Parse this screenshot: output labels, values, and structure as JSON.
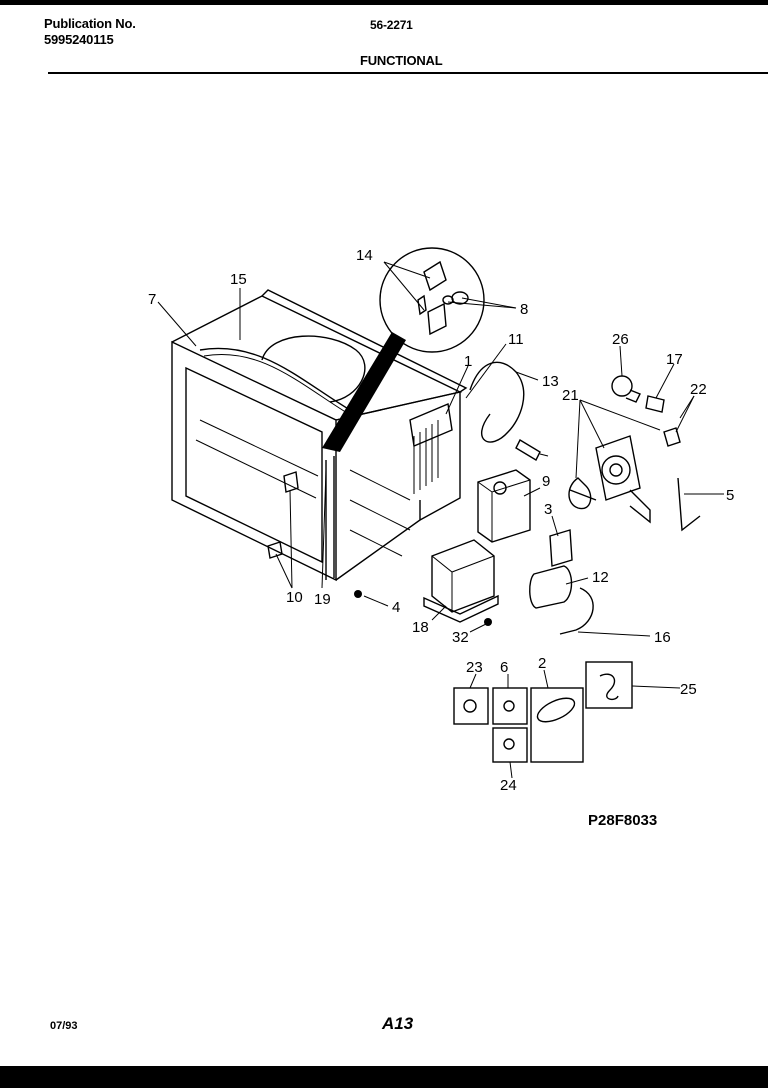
{
  "header": {
    "publication_label": "Publication No.",
    "publication_number": "5995240115",
    "model": "56-2271",
    "section_title": "FUNCTIONAL"
  },
  "diagram_code": "P28F8033",
  "footer": {
    "date": "07/93",
    "page": "A13"
  },
  "callouts": [
    "14",
    "8",
    "15",
    "7",
    "11",
    "1",
    "13",
    "26",
    "17",
    "22",
    "21",
    "9",
    "5",
    "3",
    "12",
    "16",
    "10",
    "19",
    "4",
    "18",
    "32",
    "23",
    "6",
    "2",
    "25",
    "24"
  ]
}
